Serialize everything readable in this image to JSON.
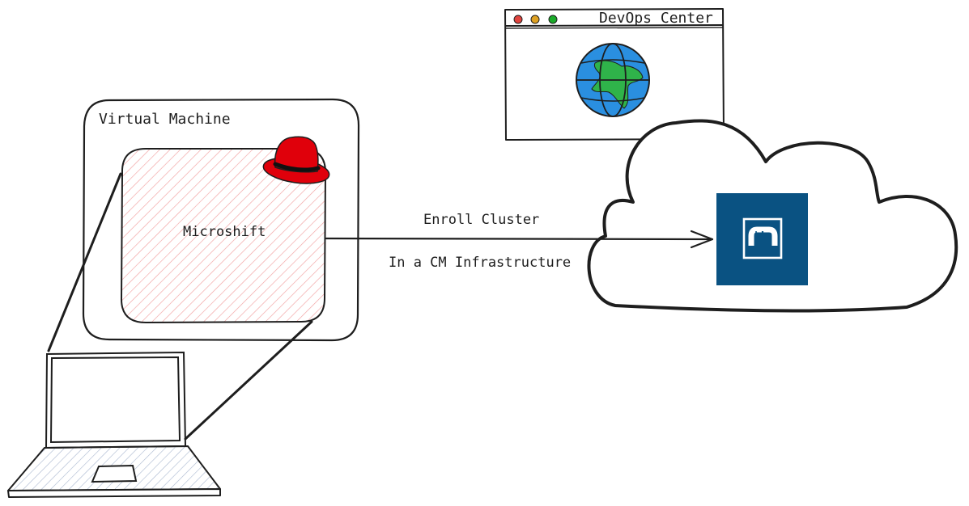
{
  "vm": {
    "label": "Virtual Machine"
  },
  "microshift": {
    "label": "Microshift"
  },
  "browser": {
    "title": "DevOps Center",
    "icon": "globe-icon"
  },
  "connection": {
    "top_label": "Enroll Cluster",
    "bottom_label": "In a CM Infrastructure"
  },
  "cloud": {
    "icon": "cluster-manager-logo-icon"
  },
  "colors": {
    "stroke": "#1e1e1e",
    "hatch_red": "#f2a0a0",
    "hatch_blue": "#a9b7cf",
    "redhat_red": "#e0000b",
    "logo_blue": "#0a5282",
    "globe_blue": "#2a8fe0",
    "globe_green": "#2fb34a",
    "dot_red": "#e0443e",
    "dot_yellow": "#dea123",
    "dot_green": "#1aab29"
  }
}
